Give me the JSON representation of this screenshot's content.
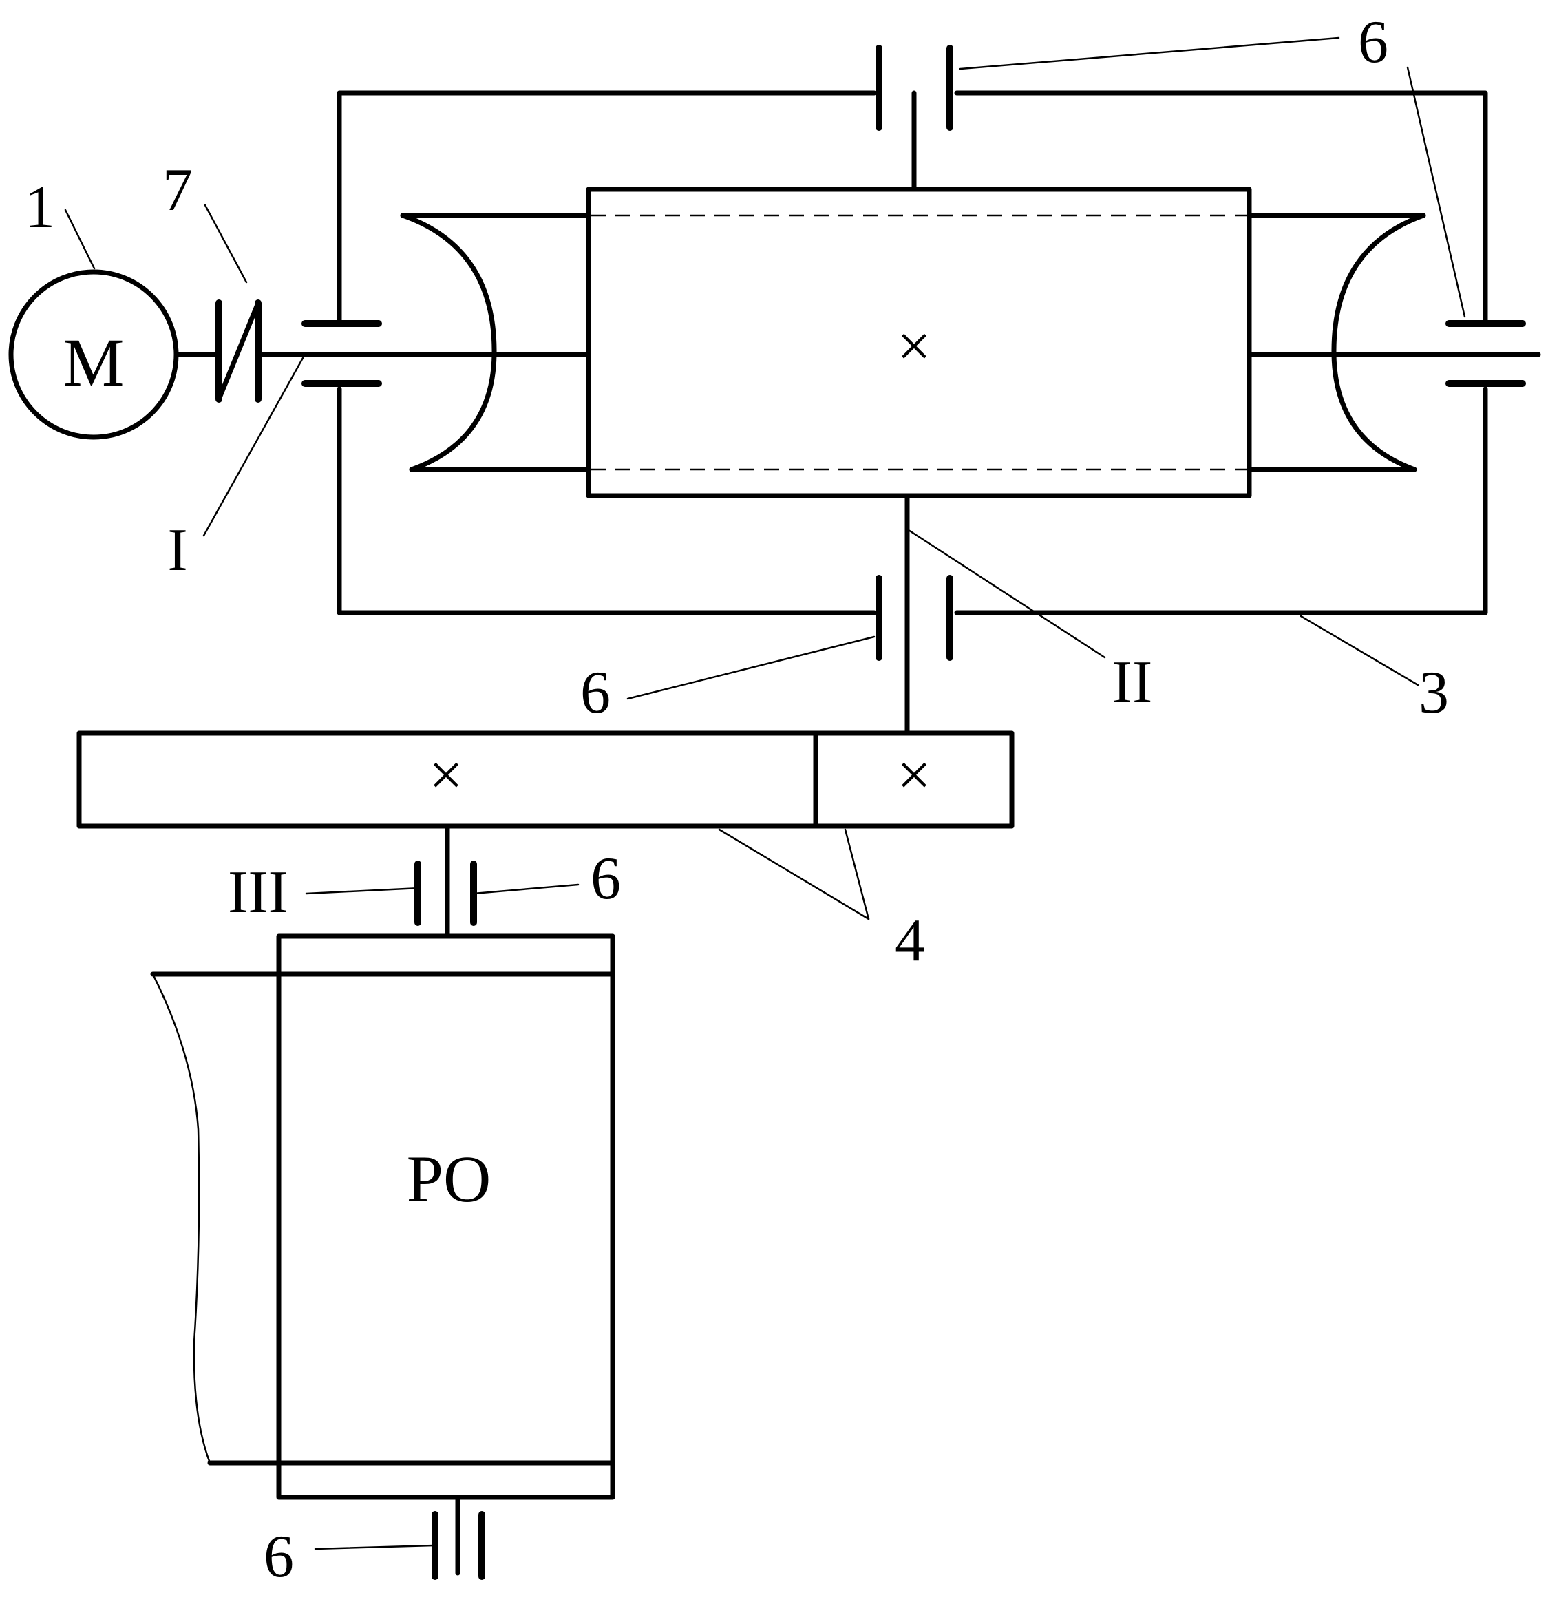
{
  "diagram": {
    "motor_symbol": "M",
    "working_body": "PO",
    "shaft_labels": {
      "shaft_1": "I",
      "shaft_2": "II",
      "shaft_3": "III"
    },
    "callouts": {
      "motor": "1",
      "clutch": "7",
      "housing": "3",
      "gear_pair": "4",
      "bearing_top": "6",
      "bearing_right": "6",
      "bearing_middle": "6",
      "bearing_shaft3": "6",
      "bearing_bottom": "6"
    },
    "gear_marks": {
      "worm_wheel": "×",
      "gear_large": "×",
      "gear_small": "×"
    }
  }
}
